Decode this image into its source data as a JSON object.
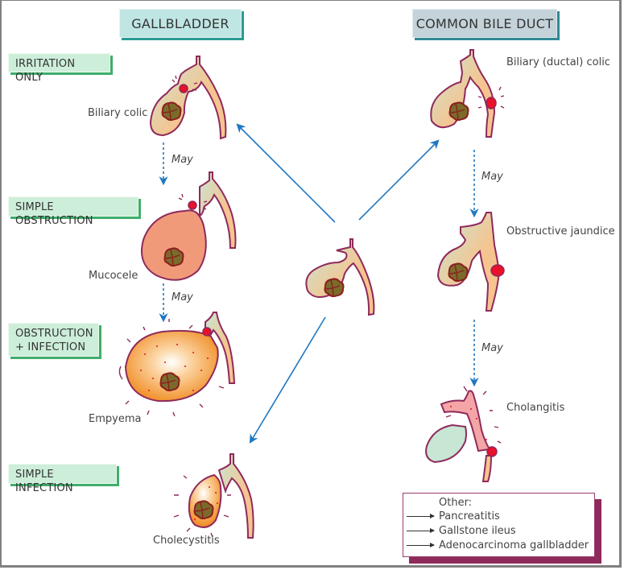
{
  "headers": {
    "gallbladder": "GALLBLADDER",
    "common_bile_duct": "COMMON BILE DUCT"
  },
  "stages": [
    {
      "id": "irritation",
      "label": "IRRITATION ONLY"
    },
    {
      "id": "simple-obstruction",
      "label": "SIMPLE OBSTRUCTION"
    },
    {
      "id": "obstruction-infection",
      "label_line1": "OBSTRUCTION",
      "label_line2": "+ INFECTION"
    },
    {
      "id": "simple-infection",
      "label": "SIMPLE INFECTION"
    }
  ],
  "gallbladder_outcomes": [
    "Biliary colic",
    "Mucocele",
    "Empyema",
    "Cholecystitis"
  ],
  "duct_outcomes": [
    "Biliary (ductal) colic",
    "Obstructive jaundice",
    "Cholangitis"
  ],
  "connector_label": "May",
  "other_box": {
    "title": "Other:",
    "items": [
      "Pancreatitis",
      "Gallstone ileus",
      "Adenocarcinoma gallbladder"
    ]
  },
  "colors": {
    "arrow": "#1e78c2",
    "outline": "#8e2a5c",
    "gallbladder_fill": "#c7e6d3",
    "duct_fill": "#f6c48f",
    "stone": "#7a6b2a",
    "stone_outline": "#8b1f1f",
    "obstruction": "#e8102a",
    "mucocele_fill": "#f19a7a",
    "empyema_fill": "#f59a33",
    "cholangitis_fill": "#f4a6a6"
  }
}
